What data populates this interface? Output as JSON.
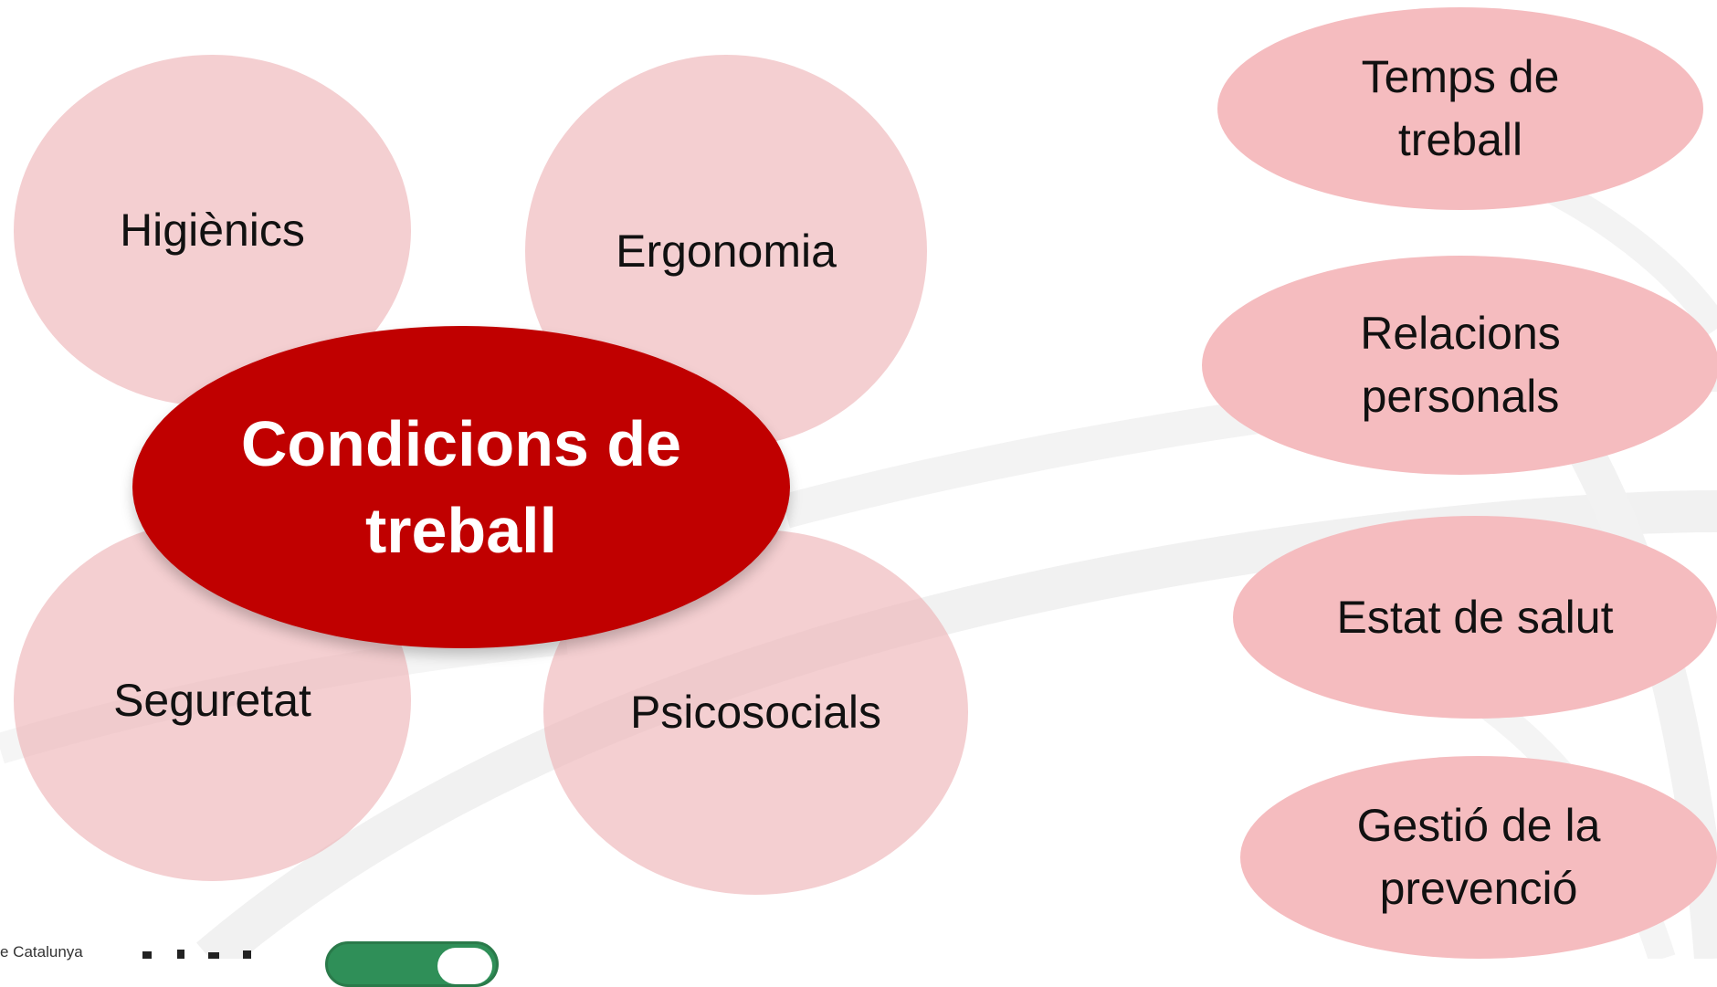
{
  "diagram": {
    "center": {
      "label": "Condicions de\ntreball"
    },
    "petals": [
      {
        "key": "higienics",
        "label": "Higiènics"
      },
      {
        "key": "ergonomia",
        "label": "Ergonomia"
      },
      {
        "key": "seguretat",
        "label": "Seguretat"
      },
      {
        "key": "psicosocials",
        "label": "Psicosocials"
      }
    ],
    "right_items": [
      {
        "key": "temps",
        "label": "Temps de\ntreball"
      },
      {
        "key": "relacions",
        "label": "Relacions\npersonals"
      },
      {
        "key": "salut",
        "label": "Estat de salut"
      },
      {
        "key": "gestio",
        "label": "Gestió de la\nprevenció"
      }
    ]
  },
  "footer": {
    "org_text": "e Catalunya"
  },
  "colors": {
    "center_fill": "#c00000",
    "petal_fill": "#eeb2b4",
    "pill_fill": "#f5bcbf",
    "text": "#111111",
    "center_text": "#ffffff"
  }
}
